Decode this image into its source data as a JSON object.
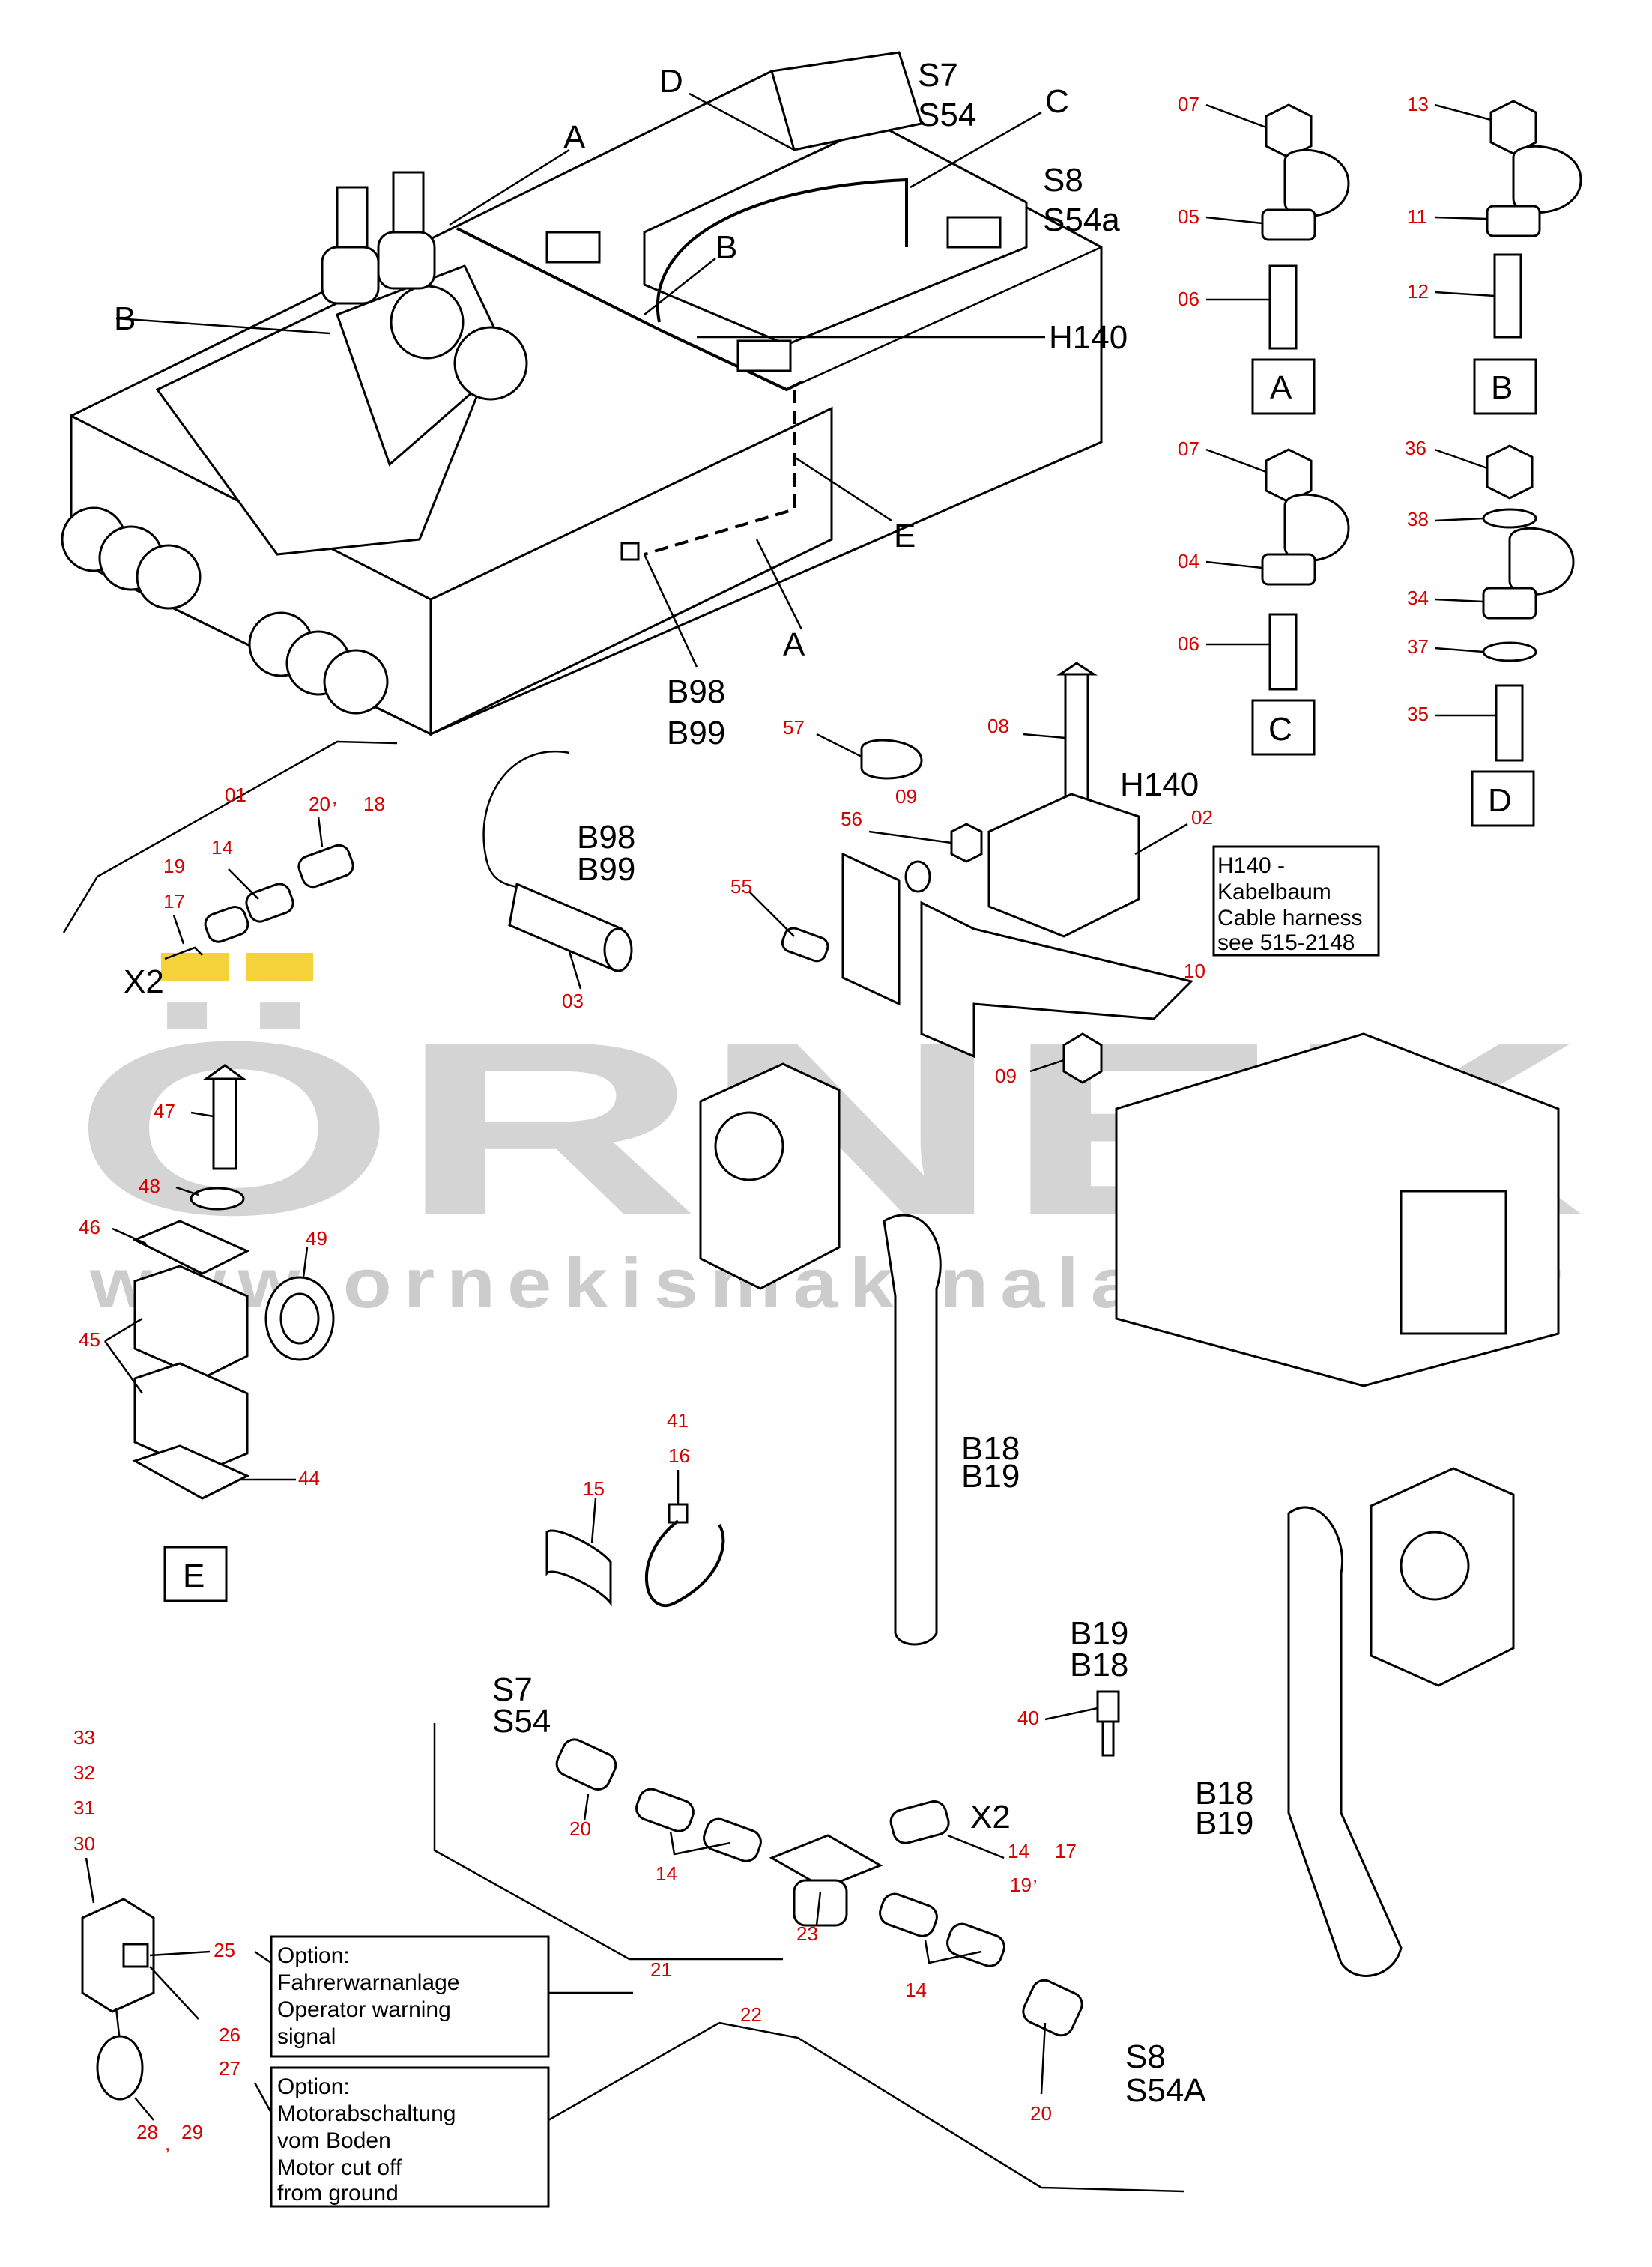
{
  "watermark": {
    "brand": "ÖRNEK",
    "url": "www.ornekismakinalari.com.tr",
    "color": "#d4d4d4"
  },
  "colors": {
    "part_number": "#d40000",
    "label": "#000000",
    "accent_yellow": "#f5d23a"
  },
  "main_assembly_labels": {
    "A1": "A",
    "A2": "A",
    "B1": "B",
    "B2": "B",
    "C": "C",
    "D": "D",
    "E": "E",
    "S7": "S7",
    "S54": "S54",
    "S8": "S8",
    "S54a": "S54a",
    "H140": "H140",
    "B98": "B98",
    "B99": "B99"
  },
  "detail_boxes": {
    "A": "A",
    "B": "B",
    "C": "C",
    "D": "D",
    "E": "E"
  },
  "detail_part_numbers": {
    "A": [
      "07",
      "05",
      "06"
    ],
    "B": [
      "13",
      "11",
      "12"
    ],
    "C": [
      "07",
      "04",
      "06"
    ],
    "D": [
      "36",
      "38",
      "34",
      "37",
      "35"
    ]
  },
  "harness_group": {
    "title": "H140",
    "p08": "08",
    "p02": "02",
    "p57": "57",
    "p09a": "09",
    "p56": "56",
    "p55": "55",
    "p10": "10",
    "p09b": "09",
    "note": [
      "H140 -",
      "Kabelbaum",
      "Cable harness",
      "see 515-2148"
    ]
  },
  "sensor_group": {
    "label1": "B98",
    "label2": "B99",
    "part": "03"
  },
  "connector_group": {
    "p01": "01",
    "p20": "20",
    "comma": ",",
    "p18": "18",
    "p14": "14",
    "p19": "19",
    "p17": "17",
    "x2": "X2"
  },
  "clamp_group_E": {
    "p47": "47",
    "p48": "48",
    "p46": "46",
    "p49": "49",
    "p45": "45",
    "p44": "44",
    "box": "E"
  },
  "tie_group": {
    "p41": "41",
    "p16": "16",
    "p15": "15"
  },
  "pressure_switch": {
    "l1": "B19",
    "l2": "B18",
    "part": "40"
  },
  "filter_labels": {
    "a1": "B18",
    "a2": "B19",
    "b1": "B18",
    "b2": "B19"
  },
  "bottom_harness": {
    "s7": "S7",
    "s54": "S54",
    "p20a": "20",
    "p14a": "14",
    "x2": "X2",
    "p14b": "14",
    "p17": "17",
    "p19": "19",
    "comma": ",",
    "p21": "21",
    "p22": "22",
    "p23": "23",
    "p14c": "14",
    "p20b": "20",
    "s8": "S8",
    "s54A": "S54A"
  },
  "options": {
    "left_parts": [
      "33",
      "32",
      "31",
      "30"
    ],
    "p25": "25",
    "p26": "26",
    "p27": "27",
    "p28": "28",
    "comma": ",",
    "p29": "29",
    "option1": [
      "Option:",
      "Fahrerwarnanlage",
      "Operator warning",
      " signal"
    ],
    "option2": [
      "Option:",
      "Motorabschaltung",
      "vom Boden",
      "Motor cut off",
      "from ground"
    ]
  }
}
